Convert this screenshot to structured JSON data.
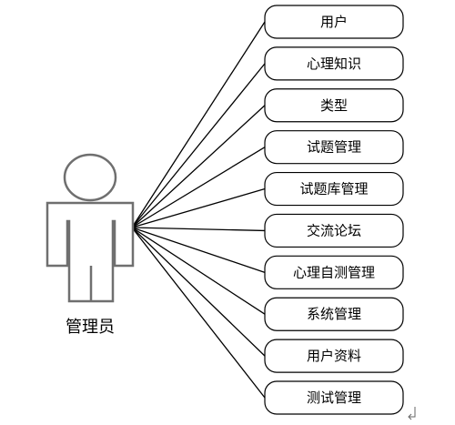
{
  "actor": {
    "name": "管理员",
    "icon": "person-silhouette-icon"
  },
  "use_cases": [
    "用户",
    "心理知识",
    "类型",
    "试题管理",
    "试题库管理",
    "交流论坛",
    "心理自测管理",
    "系统管理",
    "用户资料",
    "测试管理"
  ],
  "colors": {
    "line": "#000000",
    "actor_outline": "#6f6f6f",
    "background": "#ffffff"
  }
}
